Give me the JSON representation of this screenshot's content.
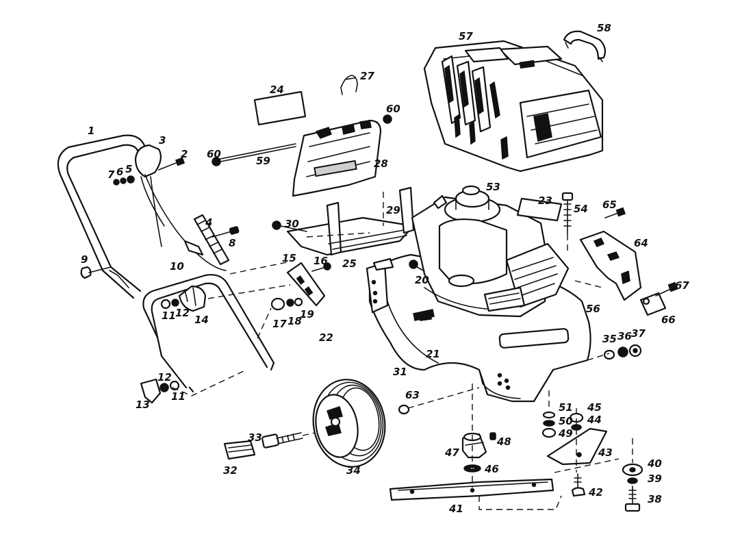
{
  "diagram": {
    "type": "exploded parts diagram",
    "callouts": [
      {
        "id": "1"
      },
      {
        "id": "2"
      },
      {
        "id": "3"
      },
      {
        "id": "4"
      },
      {
        "id": "5"
      },
      {
        "id": "6"
      },
      {
        "id": "7"
      },
      {
        "id": "8"
      },
      {
        "id": "9"
      },
      {
        "id": "10"
      },
      {
        "id": "11a",
        "label": "11"
      },
      {
        "id": "12a",
        "label": "12"
      },
      {
        "id": "14"
      },
      {
        "id": "12b",
        "label": "12"
      },
      {
        "id": "11b",
        "label": "11"
      },
      {
        "id": "13"
      },
      {
        "id": "15"
      },
      {
        "id": "16"
      },
      {
        "id": "17"
      },
      {
        "id": "18"
      },
      {
        "id": "19"
      },
      {
        "id": "20"
      },
      {
        "id": "21"
      },
      {
        "id": "22"
      },
      {
        "id": "23"
      },
      {
        "id": "24"
      },
      {
        "id": "25"
      },
      {
        "id": "27"
      },
      {
        "id": "28"
      },
      {
        "id": "29"
      },
      {
        "id": "30"
      },
      {
        "id": "31"
      },
      {
        "id": "32"
      },
      {
        "id": "33"
      },
      {
        "id": "34"
      },
      {
        "id": "35"
      },
      {
        "id": "36"
      },
      {
        "id": "37"
      },
      {
        "id": "38"
      },
      {
        "id": "39"
      },
      {
        "id": "40"
      },
      {
        "id": "41"
      },
      {
        "id": "42"
      },
      {
        "id": "43"
      },
      {
        "id": "44"
      },
      {
        "id": "45"
      },
      {
        "id": "46"
      },
      {
        "id": "47"
      },
      {
        "id": "48"
      },
      {
        "id": "49"
      },
      {
        "id": "50"
      },
      {
        "id": "51"
      },
      {
        "id": "53"
      },
      {
        "id": "54"
      },
      {
        "id": "56"
      },
      {
        "id": "57"
      },
      {
        "id": "58"
      },
      {
        "id": "59"
      },
      {
        "id": "60a",
        "label": "60"
      },
      {
        "id": "60b",
        "label": "60"
      },
      {
        "id": "63"
      },
      {
        "id": "64"
      },
      {
        "id": "65"
      },
      {
        "id": "66"
      },
      {
        "id": "67"
      }
    ]
  }
}
